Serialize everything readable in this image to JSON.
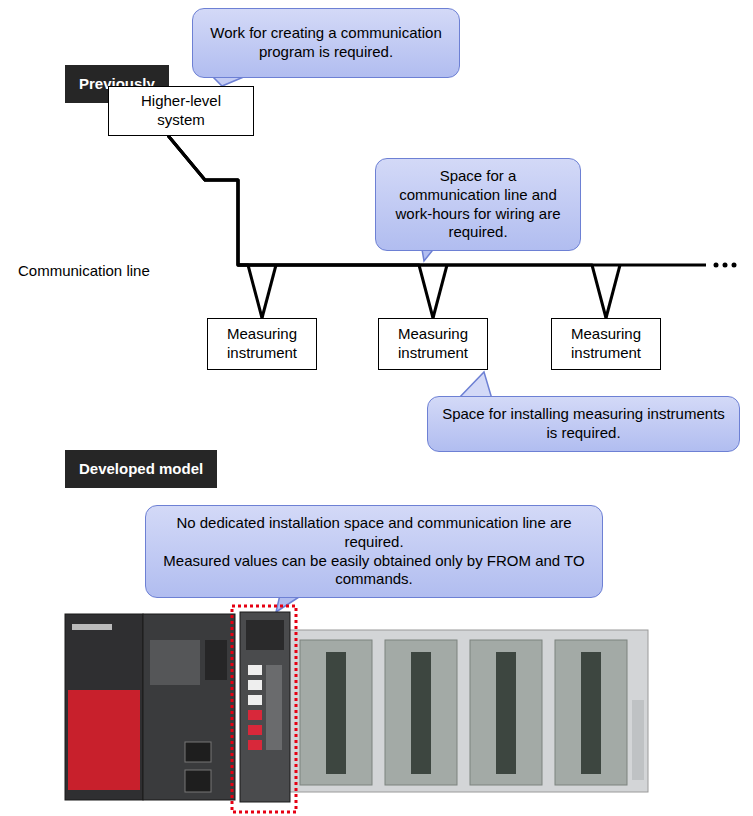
{
  "diagram": {
    "nodes": [
      {
        "text": [
          "Previously"
        ]
      },
      {
        "text": [
          "Work for creating a communication program is required."
        ]
      },
      {
        "text": [
          "Higher-level system"
        ]
      },
      {
        "text": [
          "Space for a communication line and work-hours for wiring are required."
        ]
      },
      {
        "text": [
          "Measuring instrument"
        ]
      },
      {
        "text": [
          "Measuring instrument"
        ]
      },
      {
        "text": [
          "Measuring instrument"
        ]
      },
      {
        "text": [
          "Space for installing measuring instruments is required."
        ]
      },
      {
        "text": [
          "Developed model"
        ]
      },
      {
        "text": [
          "No dedicated installation space and communication line are required.",
          "Measured values can be easily obtained only by FROM and TO commands."
        ]
      }
    ],
    "edges": [
      {
        "from": 2,
        "to": 4,
        "arrow": "none"
      },
      {
        "from": 2,
        "to": 5,
        "arrow": "none"
      },
      {
        "from": 2,
        "to": 6,
        "arrow": "none"
      }
    ],
    "labels": [
      "Communication line"
    ]
  }
}
